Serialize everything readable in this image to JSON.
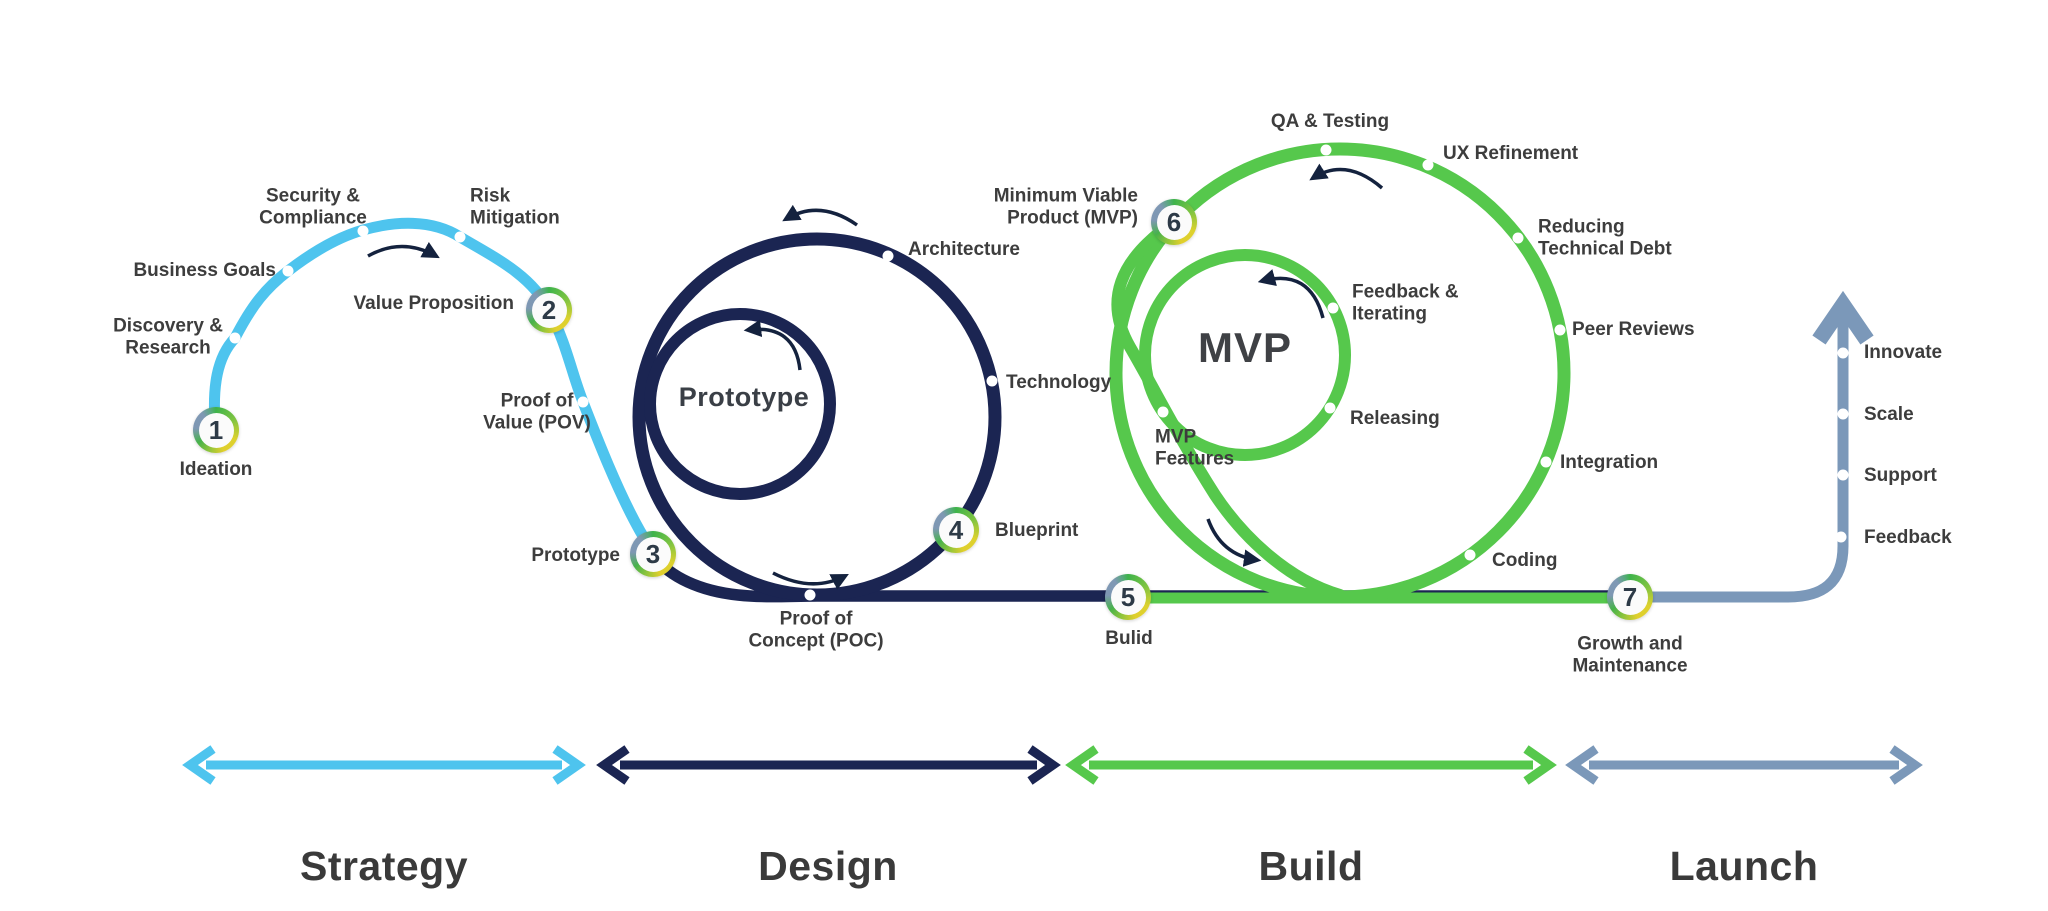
{
  "colors": {
    "strategy": "#4ec4ee",
    "design": "#1b2552",
    "build": "#56c84c",
    "launch": "#7b98b9",
    "direction_arrow": "#14223e",
    "label_text": "#3d3d3d"
  },
  "phases": [
    {
      "label": "Strategy"
    },
    {
      "label": "Design"
    },
    {
      "label": "Build"
    },
    {
      "label": "Launch"
    }
  ],
  "stations": [
    {
      "number": "1",
      "label": "Ideation"
    },
    {
      "number": "2",
      "label": "Value Proposition"
    },
    {
      "number": "3",
      "label": "Prototype"
    },
    {
      "number": "4",
      "label": "Blueprint"
    },
    {
      "number": "5",
      "label": "Bulid"
    },
    {
      "number": "6",
      "label": "Minimum Viable\nProduct (MVP)"
    },
    {
      "number": "7",
      "label": "Growth and\nMaintenance"
    }
  ],
  "stops": {
    "strategy": [
      "Discovery &\nResearch",
      "Business Goals",
      "Security &\nCompliance",
      "Risk\nMitigation",
      "Proof of\nValue (POV)"
    ],
    "design": [
      "Architecture",
      "Technology",
      "Proof of\nConcept (POC)"
    ],
    "build": [
      "QA & Testing",
      "UX Refinement",
      "Reducing\nTechnical Debt",
      "Peer Reviews",
      "Integration",
      "Coding",
      "MVP\nFeatures"
    ],
    "build_inner": [
      "Feedback &\nIterating",
      "Releasing"
    ],
    "launch": [
      "Feedback",
      "Support",
      "Scale",
      "Innovate"
    ]
  },
  "loops": {
    "design_title": "Prototype",
    "build_title": "MVP"
  }
}
